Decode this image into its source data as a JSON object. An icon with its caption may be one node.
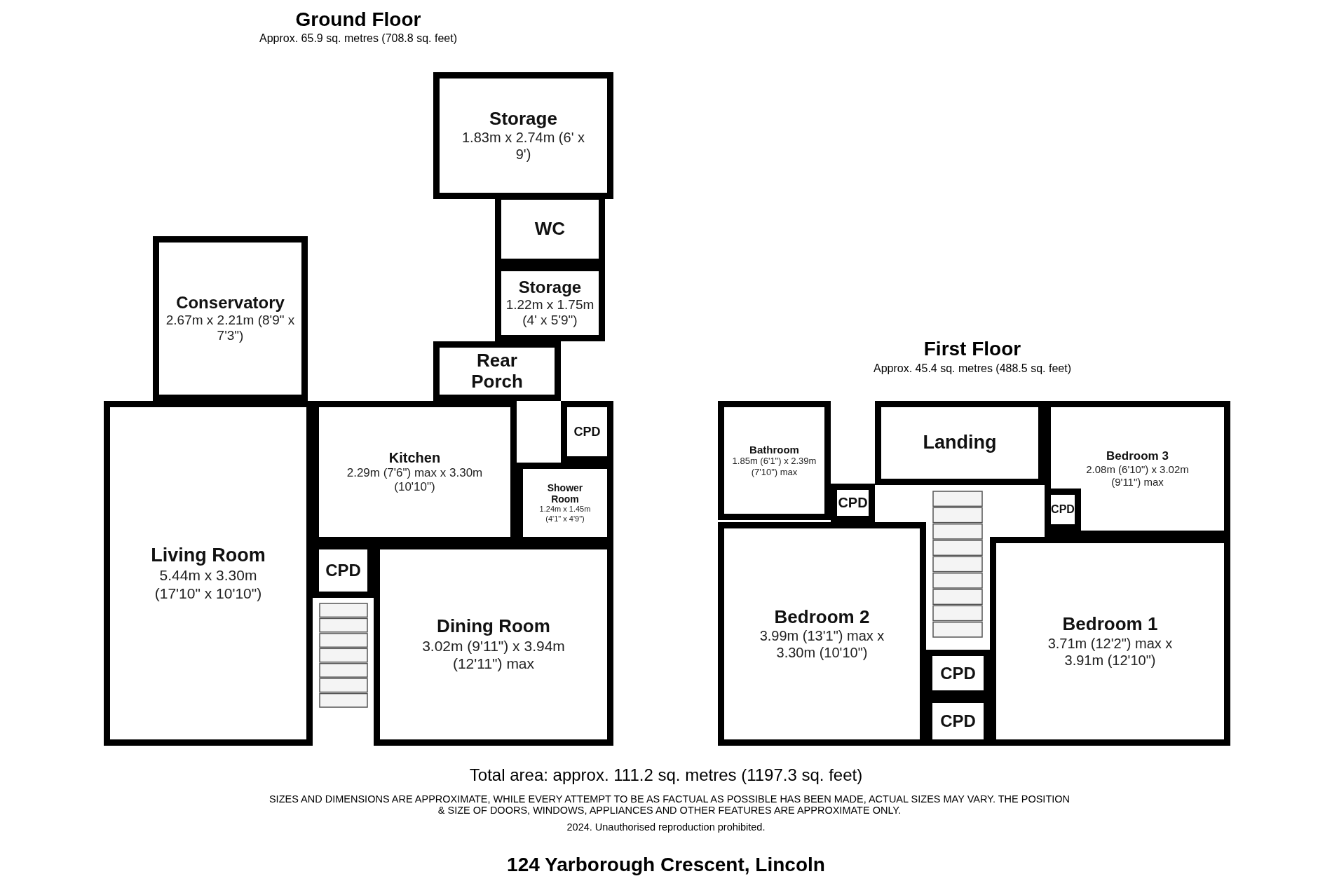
{
  "diagram": {
    "caption": "124 Yarborough Crescent, Lincoln",
    "nodes": [
      {
        "text": [
          "Storage",
          "1.83m x 2.74m (6' x 9')"
        ]
      },
      {
        "text": [
          "WC"
        ]
      },
      {
        "text": [
          "Storage",
          "1.22m x 1.75m (4' x 5'9\")"
        ]
      },
      {
        "text": [
          "Rear Porch"
        ]
      },
      {
        "text": [
          "Conservatory",
          "2.67m x 2.21m (8'9\" x 7'3\")"
        ]
      },
      {
        "text": [
          "Kitchen",
          "2.29m (7'6\") max x 3.30m (10'10\")"
        ]
      },
      {
        "text": [
          "CPD"
        ]
      },
      {
        "text": [
          "Shower Room",
          "1.24m x 1.45m (4'1\" x 4'9\")"
        ]
      },
      {
        "text": [
          "Living Room",
          "5.44m x 3.30m (17'10\" x 10'10\")"
        ]
      },
      {
        "text": [
          "CPD"
        ]
      },
      {
        "text": [
          "Dining Room",
          "3.02m (9'11\") x 3.94m (12'11\") max"
        ]
      },
      {
        "text": [
          "Bathroom",
          "1.85m (6'1\") x 2.39m (7'10\") max"
        ]
      },
      {
        "text": [
          "Landing"
        ]
      },
      {
        "text": [
          "Bedroom 3",
          "2.08m (6'10\") x 3.02m (9'11\") max"
        ]
      },
      {
        "text": [
          "CPD"
        ]
      },
      {
        "text": [
          "CPD"
        ],
        "in": 13
      },
      {
        "text": [
          "Bedroom 2",
          "3.99m (13'1\") max x 3.30m (10'10\")"
        ]
      },
      {
        "text": [
          "Bedroom 1",
          "3.71m (12'2\") max x 3.91m (12'10\")"
        ]
      },
      {
        "text": [
          "CPD"
        ]
      },
      {
        "text": [
          "CPD"
        ]
      }
    ],
    "labels": [
      "Ground Floor",
      "Approx. 65.9 sq. metres (708.8 sq. feet)",
      "First Floor",
      "Approx. 45.4 sq. metres (488.5 sq. feet)",
      "Total area: approx. 111.2 sq. metres (1197.3 sq. feet)",
      "SIZES AND DIMENSIONS ARE APPROXIMATE, WHILE EVERY ATTEMPT TO BE AS FACTUAL AS POSSIBLE HAS BEEN MADE, ACTUAL SIZES MAY VARY. THE POSITION & SIZE OF DOORS, WINDOWS, APPLIANCES AND OTHER FEATURES ARE APPROXIMATE ONLY.",
      "2024. Unauthorised reproduction prohibited."
    ]
  }
}
